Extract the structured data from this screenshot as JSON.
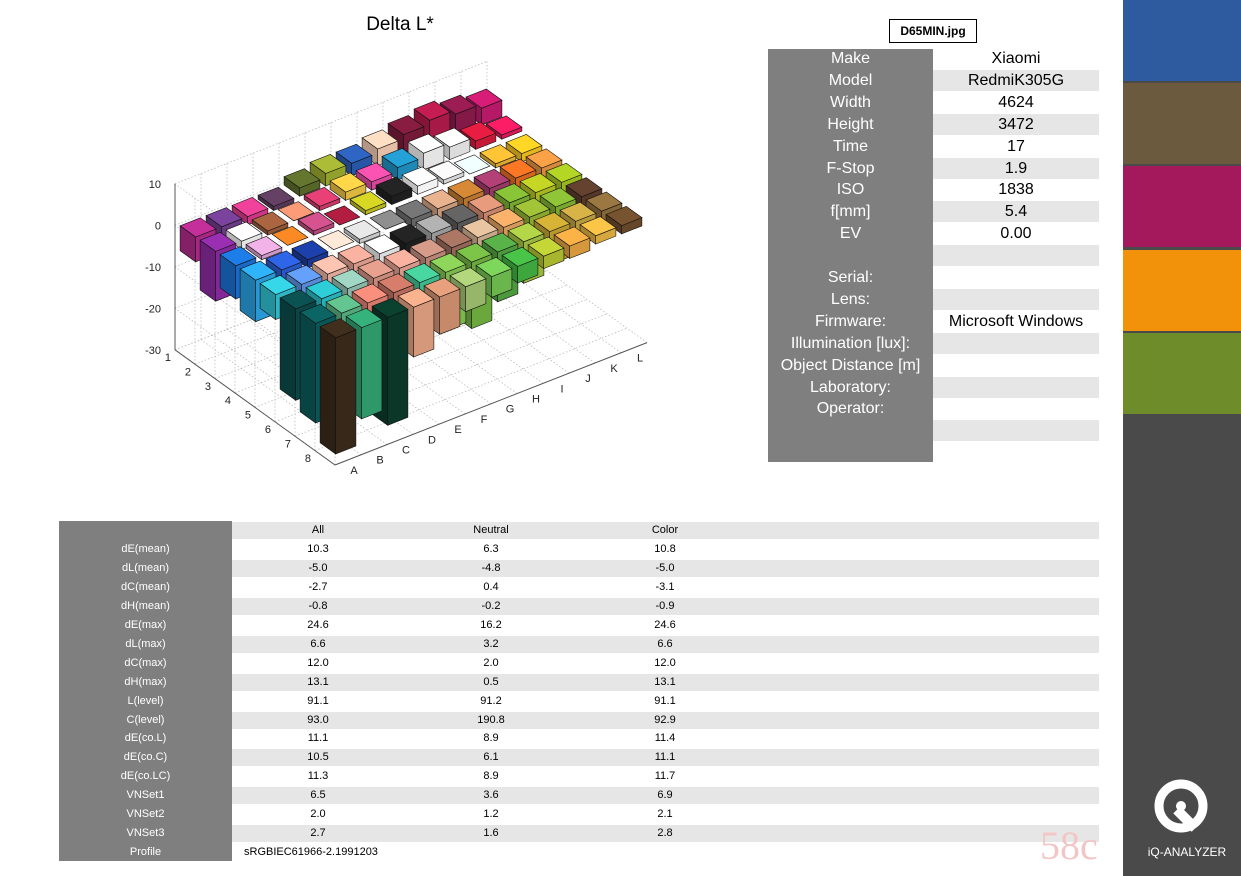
{
  "chart_data": {
    "type": "bar3d",
    "title": "Delta L*",
    "zlim": [
      -30,
      10
    ],
    "z_ticks": [
      "10",
      "0",
      "-10",
      "-20",
      "-30"
    ],
    "rows": [
      "1",
      "2",
      "3",
      "4",
      "5",
      "6",
      "7",
      "8"
    ],
    "columns": [
      "A",
      "B",
      "C",
      "D",
      "E",
      "F",
      "G",
      "H",
      "I",
      "J",
      "K",
      "L"
    ],
    "values": [
      [
        -6,
        -3,
        -2,
        -1,
        2,
        3,
        3,
        4,
        5,
        6,
        5,
        4
      ],
      [
        -12,
        -2,
        -1,
        0,
        1,
        2,
        2,
        3,
        4,
        3,
        2,
        1
      ],
      [
        -8,
        -1,
        0,
        1,
        0,
        1,
        2,
        2,
        1,
        0,
        -1,
        -2
      ],
      [
        -10,
        -6,
        -2,
        0,
        -1,
        0,
        -2,
        -3,
        -4,
        -5,
        -6,
        -8
      ],
      [
        -6,
        -3,
        -4,
        -2,
        -3,
        -4,
        -5,
        -6,
        -7,
        -8,
        -9,
        -18
      ],
      [
        -22,
        -20,
        -8,
        -5,
        -6,
        -8,
        -10,
        -12,
        -14,
        -10,
        -8,
        -6
      ],
      [
        -24,
        -18,
        -14,
        -8,
        -10,
        -14,
        -16,
        -12,
        -10,
        -8,
        -6,
        -5
      ],
      [
        -28,
        -22,
        -26,
        -12,
        -9,
        -6,
        -5,
        -4,
        -3,
        -3,
        -2,
        -2
      ]
    ],
    "colors": [
      [
        "#b02a8a",
        "#6e3c8c",
        "#d63a8a",
        "#5a3a5a",
        "#5a6a2a",
        "#9aa830",
        "#2a5ab0",
        "#f0c8b0",
        "#7a1a3a",
        "#b01a4a",
        "#8a1a4a",
        "#c01a6a"
      ],
      [
        "#8a2aa0",
        "#f0f0f0",
        "#9a5a3a",
        "#e08a6a",
        "#d03a6a",
        "#e8c040",
        "#e04aa0",
        "#2090c0",
        "#f0f0f0",
        "#e8e8e8",
        "#d01a3a",
        "#e01a5a"
      ],
      [
        "#1a70d0",
        "#d8a0d0",
        "#e07a20",
        "#c04a80",
        "#a01a3a",
        "#c0c020",
        "#202020",
        "#ffffff",
        "#e0e0e0",
        "#d8f0f8",
        "#e8b030",
        "#f0c020"
      ],
      [
        "#2aa0e0",
        "#2a5ad0",
        "#1a3a9a",
        "#e8d0c0",
        "#d0d0d0",
        "#808080",
        "#6a6a6a",
        "#d0a080",
        "#c07a30",
        "#a03a6a",
        "#e06a20",
        "#e09040"
      ],
      [
        "#30c0d0",
        "#5a90e0",
        "#e8b0a0",
        "#e0a090",
        "#e8e8e8",
        "#202020",
        "#a0a0a0",
        "#5a5a5a",
        "#d08a70",
        "#7ab030",
        "#b0c020",
        "#a0c020"
      ],
      [
        "#0a4a4a",
        "#28b8c0",
        "#90c0b0",
        "#d09080",
        "#e0a090",
        "#c08a7a",
        "#9a6a5a",
        "#d0b090",
        "#e0a060",
        "#90b030",
        "#80b030",
        "#5a3a2a"
      ],
      [
        "#0a5a5a",
        "#58b080",
        "#e08070",
        "#c07060",
        "#40c090",
        "#80c050",
        "#70b040",
        "#50a040",
        "#a0c040",
        "#c0a030",
        "#c0a040",
        "#8a6a3a"
      ],
      [
        "#3a2a1a",
        "#30a070",
        "#0a3a2a",
        "#e0a080",
        "#d09070",
        "#a0c070",
        "#70c050",
        "#40b040",
        "#b0c030",
        "#e0a040",
        "#e0b040",
        "#6a4a2a"
      ]
    ]
  },
  "file": {
    "name": "D65MIN.jpg"
  },
  "meta": [
    {
      "label": "Make",
      "value": "Xiaomi"
    },
    {
      "label": "Model",
      "value": "RedmiK305G"
    },
    {
      "label": "Width",
      "value": "4624"
    },
    {
      "label": "Height",
      "value": "3472"
    },
    {
      "label": "Time",
      "value": "17"
    },
    {
      "label": "F-Stop",
      "value": "1.9"
    },
    {
      "label": "ISO",
      "value": "1838"
    },
    {
      "label": "f[mm]",
      "value": "5.4"
    },
    {
      "label": "EV",
      "value": "0.00"
    },
    {
      "label": "",
      "value": ""
    },
    {
      "label": "Serial:",
      "value": ""
    },
    {
      "label": "Lens:",
      "value": ""
    },
    {
      "label": "Firmware:",
      "value": "Microsoft Windows"
    },
    {
      "label": "Illumination [lux]:",
      "value": ""
    },
    {
      "label": "Object Distance [m]",
      "value": ""
    },
    {
      "label": "Laboratory:",
      "value": ""
    },
    {
      "label": "Operator:",
      "value": ""
    },
    {
      "label": "",
      "value": ""
    }
  ],
  "stats": {
    "headers": [
      "All",
      "Neutral",
      "Color"
    ],
    "rows": [
      {
        "label": "dE(mean)",
        "values": [
          "10.3",
          "6.3",
          "10.8"
        ]
      },
      {
        "label": "dL(mean)",
        "values": [
          "-5.0",
          "-4.8",
          "-5.0"
        ]
      },
      {
        "label": "dC(mean)",
        "values": [
          "-2.7",
          "0.4",
          "-3.1"
        ]
      },
      {
        "label": "dH(mean)",
        "values": [
          "-0.8",
          "-0.2",
          "-0.9"
        ]
      },
      {
        "label": "dE(max)",
        "values": [
          "24.6",
          "16.2",
          "24.6"
        ]
      },
      {
        "label": "dL(max)",
        "values": [
          "6.6",
          "3.2",
          "6.6"
        ]
      },
      {
        "label": "dC(max)",
        "values": [
          "12.0",
          "2.0",
          "12.0"
        ]
      },
      {
        "label": "dH(max)",
        "values": [
          "13.1",
          "0.5",
          "13.1"
        ]
      },
      {
        "label": "L(level)",
        "values": [
          "91.1",
          "91.2",
          "91.1"
        ]
      },
      {
        "label": "C(level)",
        "values": [
          "93.0",
          "190.8",
          "92.9"
        ]
      },
      {
        "label": "dE(co.L)",
        "values": [
          "11.1",
          "8.9",
          "11.4"
        ]
      },
      {
        "label": "dE(co.C)",
        "values": [
          "10.5",
          "6.1",
          "11.1"
        ]
      },
      {
        "label": "dE(co.LC)",
        "values": [
          "11.3",
          "8.9",
          "11.7"
        ]
      },
      {
        "label": "VNSet1",
        "values": [
          "6.5",
          "3.6",
          "6.9"
        ]
      },
      {
        "label": "VNSet2",
        "values": [
          "2.0",
          "1.2",
          "2.1"
        ]
      },
      {
        "label": "VNSet3",
        "values": [
          "2.7",
          "1.6",
          "2.8"
        ]
      }
    ],
    "profile_label": "Profile",
    "profile_value": "sRGBIEC61966-2.1991203"
  },
  "sidebar": {
    "swatches": [
      "#2e5aa0",
      "#6b5a3e",
      "#a3195b",
      "#f2910a",
      "#6f8c2a"
    ],
    "background": "#4a4a4a",
    "logo_text": "iQ-ANALYZER",
    "logo_icon": "iq-logo-icon"
  },
  "watermark": "58c"
}
